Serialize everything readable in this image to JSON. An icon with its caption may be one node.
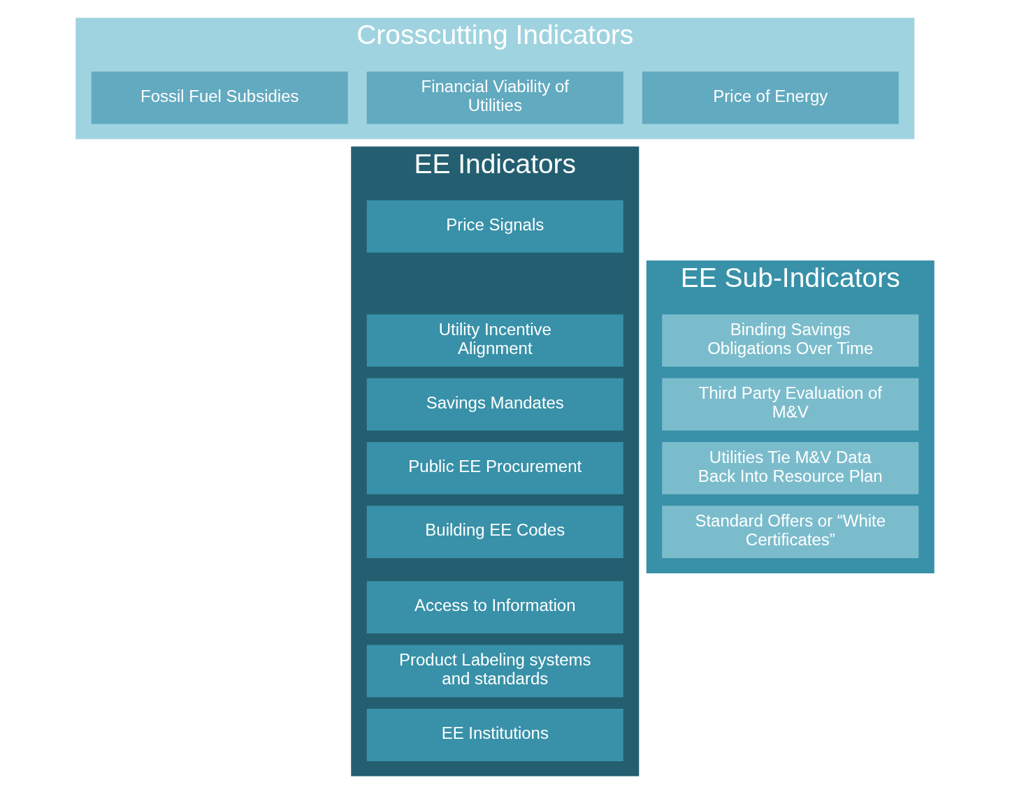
{
  "diagram": {
    "nodes": [
      {
        "text": [
          "Crosscutting Indicators"
        ]
      },
      {
        "text": [
          "Price of Energy"
        ],
        "in": 0
      },
      {
        "text": [
          "Financial Viability of Utilities"
        ],
        "in": 0
      },
      {
        "text": [
          "Fossil Fuel Subsidies"
        ],
        "in": 0
      },
      {
        "text": [
          "EE Indicators"
        ]
      },
      {
        "text": [
          "Price Signals"
        ],
        "in": 4
      },
      {
        "text": [
          "Utility Incentive Alignment"
        ],
        "in": 4
      },
      {
        "text": [
          "Savings Mandates"
        ],
        "in": 4
      },
      {
        "text": [
          "Public EE Procurement"
        ],
        "in": 4
      },
      {
        "text": [
          "Building EE Codes"
        ],
        "in": 4
      },
      {
        "text": [
          "Access to Information"
        ],
        "in": 4
      },
      {
        "text": [
          "Product Labeling systems and standards"
        ],
        "in": 4
      },
      {
        "text": [
          "EE Institutions"
        ],
        "in": 4
      },
      {
        "text": [
          "EE Sub-Indicators"
        ]
      },
      {
        "text": [
          "Binding Savings Obligations Over Time"
        ],
        "in": 13
      },
      {
        "text": [
          "Third Party Evaluation of M&V"
        ],
        "in": 13
      },
      {
        "text": [
          "Utilities Tie M&V Data Back Into Resource Plan"
        ],
        "in": 13
      },
      {
        "text": [
          "Standard Offers or “White Certificates”"
        ],
        "in": 13
      }
    ]
  }
}
